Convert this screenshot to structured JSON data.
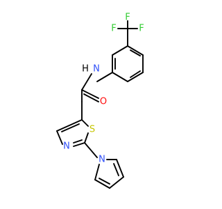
{
  "molecule": {
    "atoms": {
      "F_top": "F",
      "F_left": "F",
      "F_right": "F",
      "N_amide": "N",
      "H_amide": "H",
      "O_carbonyl": "O",
      "S_thiazole": "S",
      "N_thiazole": "N",
      "N_pyrrole": "N"
    }
  },
  "colors": {
    "bond": "#000000",
    "F": "#33cc33",
    "N": "#3050f8",
    "O": "#ff0d0d",
    "S": "#c6c600",
    "background": "#ffffff"
  }
}
